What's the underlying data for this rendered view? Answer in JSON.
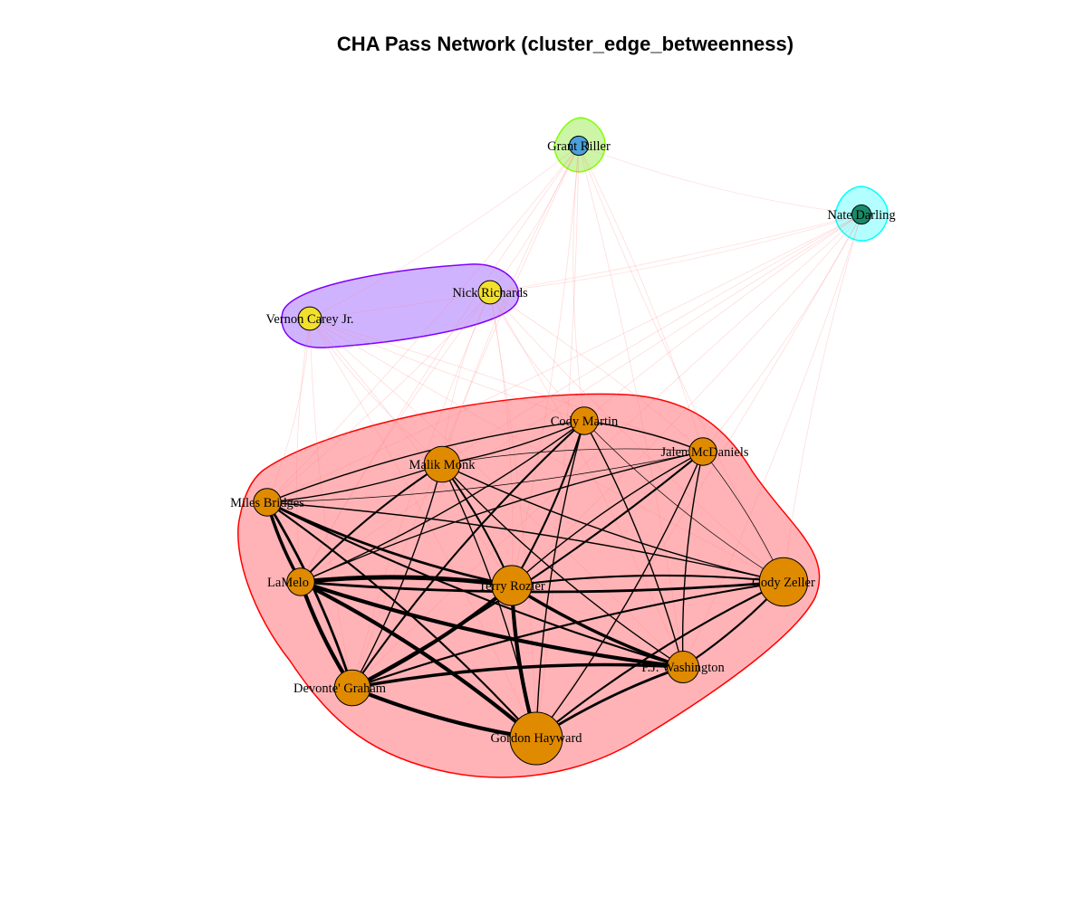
{
  "title": "CHA Pass Network (cluster_edge_betweenness)",
  "clusters": [
    {
      "id": "c-main",
      "fill": "#ffb3b6",
      "stroke": "#ff0000",
      "members": [
        "Cody Martin",
        "Jalen McDaniels",
        "Malik Monk",
        "Miles Bridges",
        "LaMelo",
        "Terry Rozier",
        "Cody Zeller",
        "P.J. Washington",
        "Devonte' Graham",
        "Gordon Hayward"
      ]
    },
    {
      "id": "c-bigs",
      "fill": "#d0b3ff",
      "stroke": "#7f00ff",
      "members": [
        "Vernon Carey Jr.",
        "Nick Richards"
      ]
    },
    {
      "id": "c-riller",
      "fill": "#cdf5a8",
      "stroke": "#80ff00",
      "members": [
        "Grant Riller"
      ]
    },
    {
      "id": "c-darling",
      "fill": "#b3ffff",
      "stroke": "#00ffff",
      "members": [
        "Nate Darling"
      ]
    }
  ],
  "nodes": [
    {
      "name": "Grant Riller",
      "label": "Grant Riller",
      "color": "#4aa0d8",
      "size": 2
    },
    {
      "name": "Nate Darling",
      "label": "Nate Darling",
      "color": "#1a8a68",
      "size": 2
    },
    {
      "name": "Nick Richards",
      "label": "Nick Richards",
      "color": "#f2e02d",
      "size": 3
    },
    {
      "name": "Vernon Carey Jr.",
      "label": "Vernon Carey Jr.",
      "color": "#f2e02d",
      "size": 3
    },
    {
      "name": "Cody Martin",
      "label": "Cody Martin",
      "color": "#e08a00",
      "size": 4
    },
    {
      "name": "Jalen McDaniels",
      "label": "Jalen McDaniels",
      "color": "#e08a00",
      "size": 4
    },
    {
      "name": "Malik Monk",
      "label": "Malik Monk",
      "color": "#e08a00",
      "size": 6
    },
    {
      "name": "Miles Bridges",
      "label": "Miles Bridges",
      "color": "#e08a00",
      "size": 4
    },
    {
      "name": "LaMelo",
      "label": "LaMelo",
      "color": "#e08a00",
      "size": 4
    },
    {
      "name": "Terry Rozier",
      "label": "Terry Rozier",
      "color": "#e08a00",
      "size": 7
    },
    {
      "name": "Cody Zeller",
      "label": "Cody Zeller",
      "color": "#e08a00",
      "size": 9
    },
    {
      "name": "P.J. Washington",
      "label": "P.J. Washington",
      "color": "#e08a00",
      "size": 5
    },
    {
      "name": "Devonte' Graham",
      "label": "Devonte' Graham",
      "color": "#e08a00",
      "size": 6
    },
    {
      "name": "Gordon Hayward",
      "label": "Gordon Hayward",
      "color": "#e08a00",
      "size": 10
    }
  ],
  "edges": [
    [
      "LaMelo",
      "Terry Rozier",
      7
    ],
    [
      "LaMelo",
      "Devonte' Graham",
      6
    ],
    [
      "LaMelo",
      "Gordon Hayward",
      6
    ],
    [
      "LaMelo",
      "P.J. Washington",
      6
    ],
    [
      "LaMelo",
      "Miles Bridges",
      5
    ],
    [
      "LaMelo",
      "Cody Zeller",
      4
    ],
    [
      "LaMelo",
      "Malik Monk",
      3
    ],
    [
      "LaMelo",
      "Cody Martin",
      2
    ],
    [
      "LaMelo",
      "Jalen McDaniels",
      2
    ],
    [
      "Terry Rozier",
      "Gordon Hayward",
      6
    ],
    [
      "Terry Rozier",
      "Devonte' Graham",
      6
    ],
    [
      "Terry Rozier",
      "P.J. Washington",
      5
    ],
    [
      "Terry Rozier",
      "Miles Bridges",
      4
    ],
    [
      "Terry Rozier",
      "Malik Monk",
      3
    ],
    [
      "Terry Rozier",
      "Cody Zeller",
      3
    ],
    [
      "Terry Rozier",
      "Cody Martin",
      3
    ],
    [
      "Terry Rozier",
      "Jalen McDaniels",
      2
    ],
    [
      "Devonte' Graham",
      "Gordon Hayward",
      6
    ],
    [
      "Devonte' Graham",
      "P.J. Washington",
      5
    ],
    [
      "Devonte' Graham",
      "Miles Bridges",
      4
    ],
    [
      "Devonte' Graham",
      "Cody Zeller",
      3
    ],
    [
      "Devonte' Graham",
      "Malik Monk",
      2
    ],
    [
      "Devonte' Graham",
      "Cody Martin",
      3
    ],
    [
      "Devonte' Graham",
      "Jalen McDaniels",
      3
    ],
    [
      "Gordon Hayward",
      "P.J. Washington",
      4
    ],
    [
      "Gordon Hayward",
      "Miles Bridges",
      3
    ],
    [
      "Gordon Hayward",
      "Cody Zeller",
      3
    ],
    [
      "Gordon Hayward",
      "Malik Monk",
      2
    ],
    [
      "Gordon Hayward",
      "Cody Martin",
      2
    ],
    [
      "Gordon Hayward",
      "Jalen McDaniels",
      2
    ],
    [
      "P.J. Washington",
      "Miles Bridges",
      3
    ],
    [
      "P.J. Washington",
      "Cody Zeller",
      3
    ],
    [
      "P.J. Washington",
      "Malik Monk",
      2
    ],
    [
      "P.J. Washington",
      "Cody Martin",
      2
    ],
    [
      "P.J. Washington",
      "Jalen McDaniels",
      2
    ],
    [
      "Miles Bridges",
      "Malik Monk",
      2
    ],
    [
      "Miles Bridges",
      "Cody Martin",
      2
    ],
    [
      "Miles Bridges",
      "Jalen McDaniels",
      1
    ],
    [
      "Miles Bridges",
      "Cody Zeller",
      2
    ],
    [
      "Malik Monk",
      "Cody Martin",
      2
    ],
    [
      "Malik Monk",
      "Jalen McDaniels",
      1
    ],
    [
      "Malik Monk",
      "Cody Zeller",
      2
    ],
    [
      "Cody Martin",
      "Jalen McDaniels",
      2
    ],
    [
      "Cody Martin",
      "Cody Zeller",
      1
    ],
    [
      "Jalen McDaniels",
      "Cody Zeller",
      1
    ]
  ]
}
